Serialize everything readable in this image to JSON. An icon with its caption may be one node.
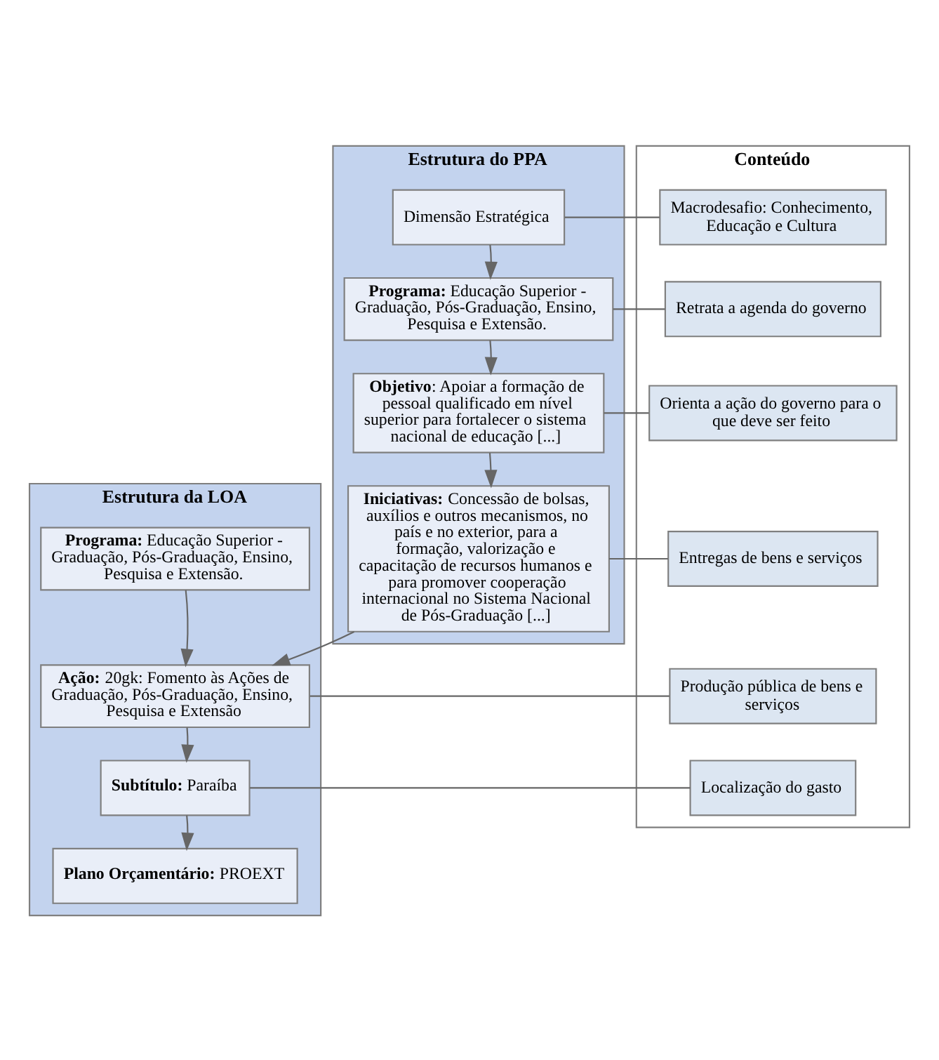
{
  "diagram": {
    "nodes": [
      {
        "text": [
          "Estrutura da LOA"
        ]
      },
      {
        "text": [
          "**Programa:** Educação Superior - Graduação, Pós-Graduação, Ensino, Pesquisa e Extensão."
        ],
        "in": 0
      },
      {
        "text": [
          "**Ação:** 20gk: Fomento às Ações de Graduação, Pós-Graduação, Ensino, Pesquisa e Extensão"
        ],
        "in": 0
      },
      {
        "text": [
          "**Subtítulo:** Paraíba"
        ],
        "in": 0
      },
      {
        "text": [
          "**Plano Orçamentário:** PROEXT"
        ],
        "in": 0
      },
      {
        "text": [
          "Estrutura do PPA"
        ]
      },
      {
        "text": [
          "Dimensão Estratégica"
        ],
        "in": 5
      },
      {
        "text": [
          "**Programa:** Educação Superior - Graduação, Pós-Graduação, Ensino, Pesquisa e Extensão."
        ],
        "in": 5
      },
      {
        "text": [
          "**Objetivo**: Apoiar a formação de pessoal qualificado em nível superior para fortalecer o sistema nacional de educação [...]"
        ],
        "in": 5
      },
      {
        "text": [
          "**Iniciativas:** Concessão de bolsas, auxílios e outros mecanismos, no país e no exterior, para a formação, valorização e capacitação de recursos humanos e para promover cooperação internacional no Sistema Nacional de Pós-Graduação [...]"
        ],
        "in": 5
      },
      {
        "text": [
          "Conteúdo"
        ]
      },
      {
        "text": [
          "Macrodesafio: Conhecimento, Educação e Cultura"
        ],
        "in": 10
      },
      {
        "text": [
          "Retrata a agenda do governo"
        ],
        "in": 10
      },
      {
        "text": [
          "Orienta a ação do governo para o que deve ser feito"
        ],
        "in": 10
      },
      {
        "text": [
          "Entregas de bens e serviços"
        ],
        "in": 10
      },
      {
        "text": [
          "Produção pública de bens e serviços"
        ],
        "in": 10
      },
      {
        "text": [
          "Localização do gasto"
        ],
        "in": 10
      }
    ],
    "edges": [
      {
        "from": 1,
        "to": 2,
        "arrow": "to"
      },
      {
        "from": 9,
        "to": 2,
        "arrow": "to"
      },
      {
        "from": 2,
        "to": 3,
        "arrow": "to"
      },
      {
        "from": 3,
        "to": 4,
        "arrow": "to"
      },
      {
        "from": 6,
        "to": 7,
        "arrow": "to"
      },
      {
        "from": 7,
        "to": 8,
        "arrow": "to"
      },
      {
        "from": 8,
        "to": 9,
        "arrow": "to"
      },
      {
        "from": 6,
        "to": 11,
        "arrow": "none"
      },
      {
        "from": 7,
        "to": 12,
        "arrow": "none"
      },
      {
        "from": 8,
        "to": 13,
        "arrow": "none"
      },
      {
        "from": 9,
        "to": 14,
        "arrow": "none"
      },
      {
        "from": 2,
        "to": 15,
        "arrow": "none"
      },
      {
        "from": 3,
        "to": 16,
        "arrow": "none"
      }
    ]
  }
}
